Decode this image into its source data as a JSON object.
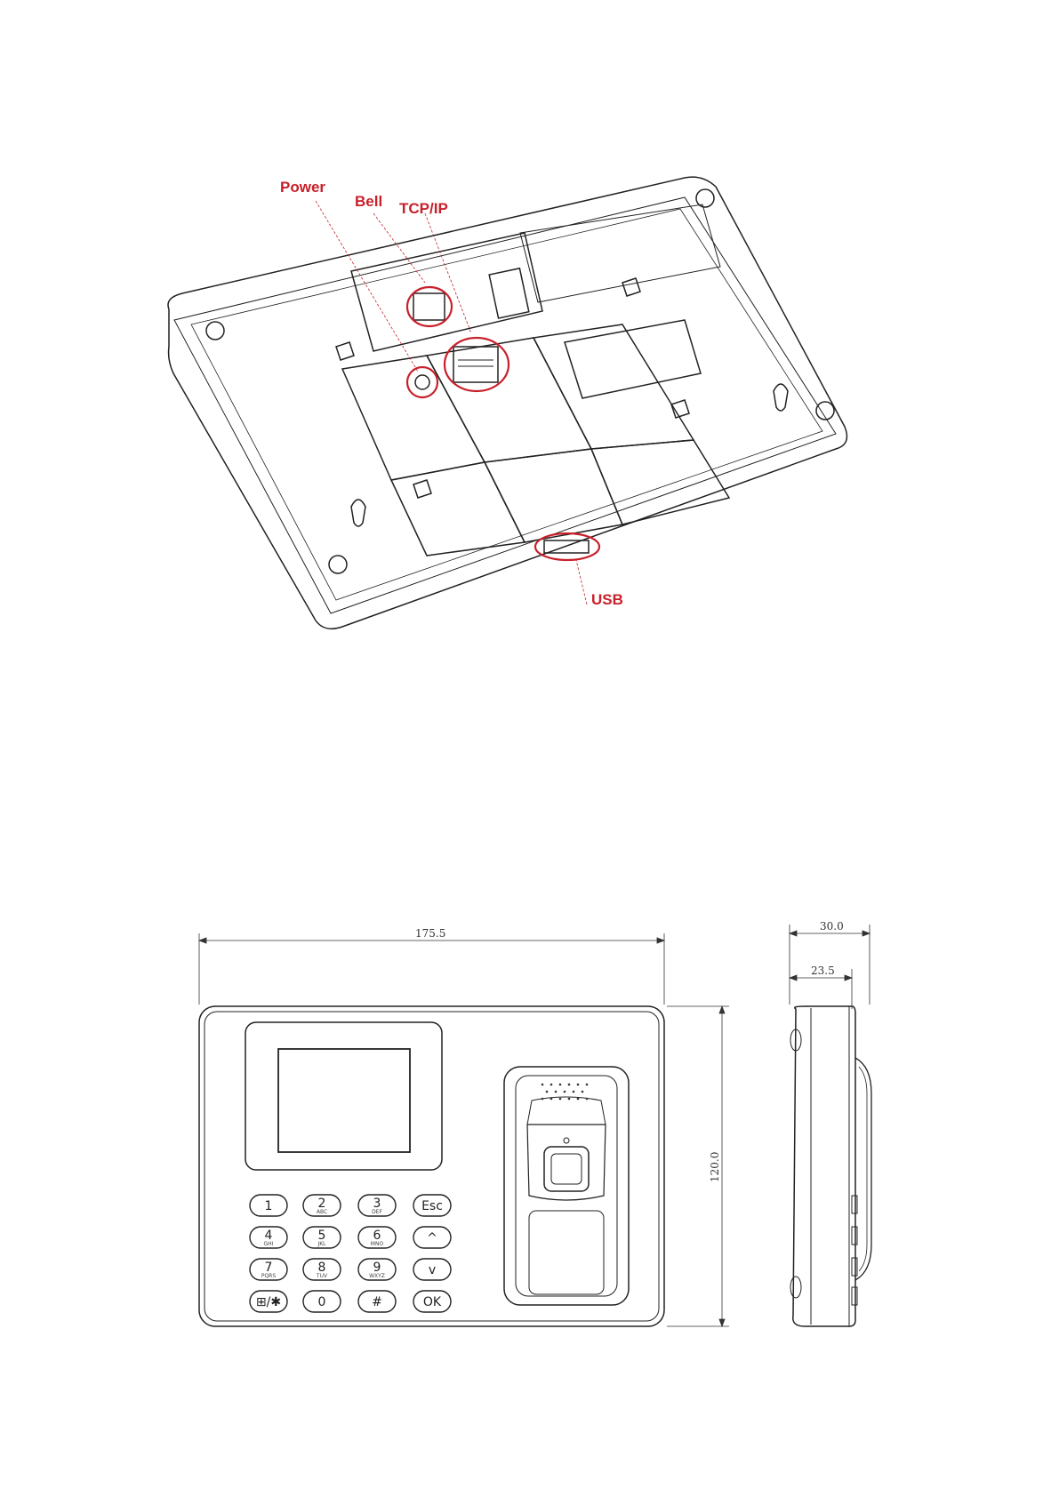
{
  "colors": {
    "callout": "#c8202a",
    "line": "#222222"
  },
  "rear_view": {
    "callouts": {
      "power": "Power",
      "bell": "Bell",
      "tcpip": "TCP/IP",
      "usb": "USB"
    }
  },
  "dimensions": {
    "width": "175.5",
    "height": "120.0",
    "depth_total": "30.0",
    "depth_body": "23.5"
  },
  "keypad": {
    "rows": [
      [
        {
          "main": "1",
          "sub": ""
        },
        {
          "main": "2",
          "sub": "ABC"
        },
        {
          "main": "3",
          "sub": "DEF"
        },
        {
          "main": "Esc",
          "sub": ""
        }
      ],
      [
        {
          "main": "4",
          "sub": "GHI"
        },
        {
          "main": "5",
          "sub": "JKL"
        },
        {
          "main": "6",
          "sub": "MNO"
        },
        {
          "main": "^",
          "sub": ""
        }
      ],
      [
        {
          "main": "7",
          "sub": "PQRS"
        },
        {
          "main": "8",
          "sub": "TUV"
        },
        {
          "main": "9",
          "sub": "WXYZ"
        },
        {
          "main": "v",
          "sub": ""
        }
      ],
      [
        {
          "main": "⊞/✱",
          "sub": ""
        },
        {
          "main": "0",
          "sub": ""
        },
        {
          "main": "#",
          "sub": ""
        },
        {
          "main": "OK",
          "sub": ""
        }
      ]
    ]
  }
}
